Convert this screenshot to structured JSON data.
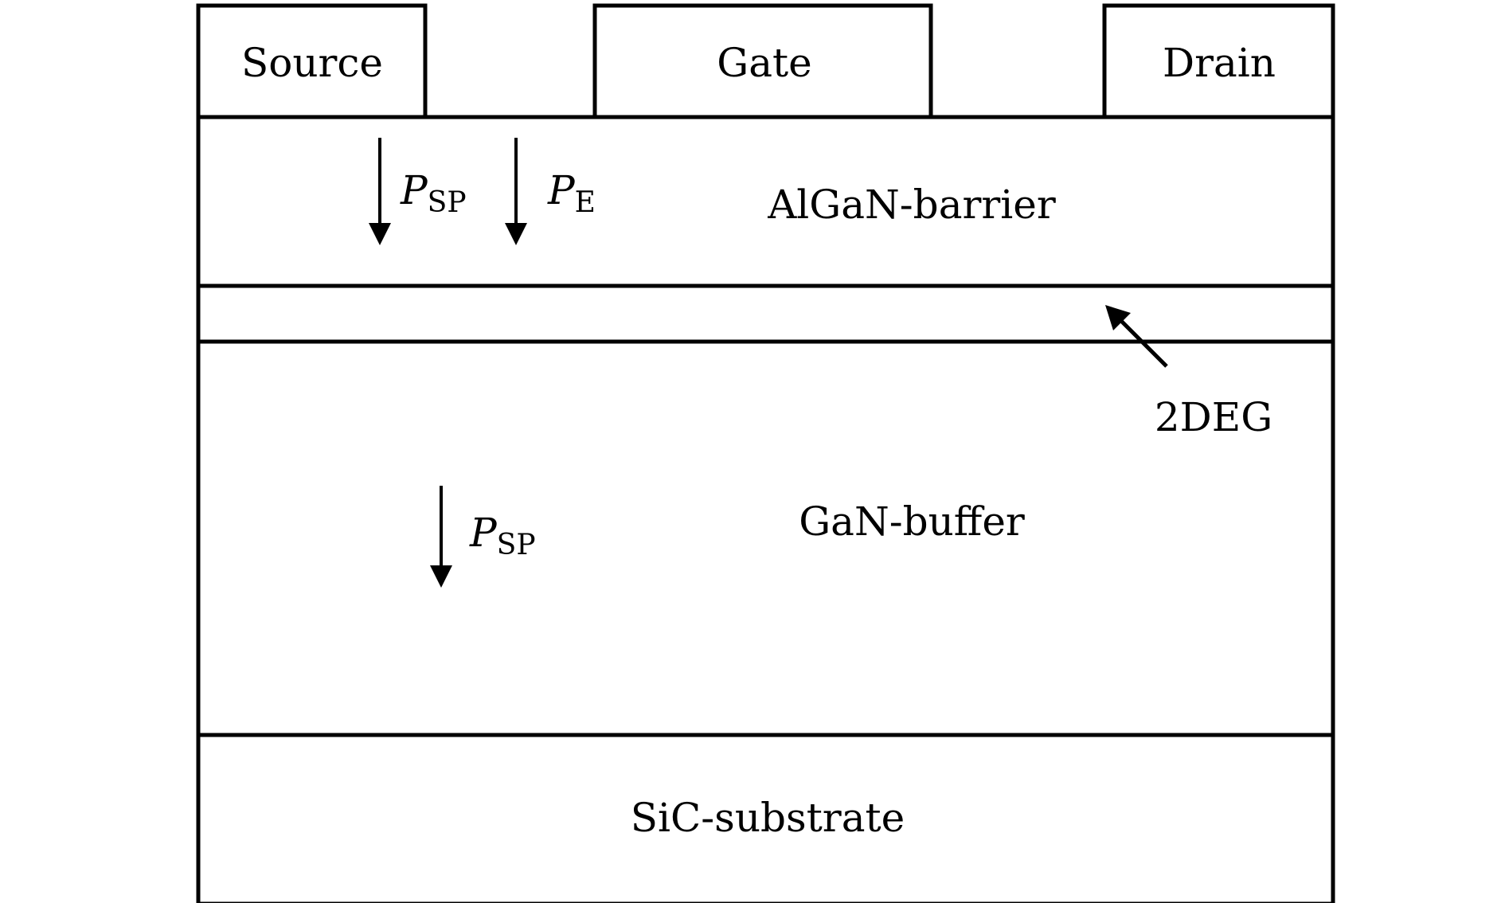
{
  "diagram": {
    "title": "AlGaN/GaN HEMT layer structure",
    "contacts": [
      {
        "id": "source",
        "label": "Source"
      },
      {
        "id": "gate",
        "label": "Gate"
      },
      {
        "id": "drain",
        "label": "Drain"
      }
    ],
    "layers": [
      {
        "id": "algan",
        "label": "AlGaN-barrier"
      },
      {
        "id": "2deg",
        "label": ""
      },
      {
        "id": "gan",
        "label": "GaN-buffer"
      },
      {
        "id": "sic",
        "label": "SiC-substrate"
      }
    ],
    "polarization_arrows": [
      {
        "id": "psp-barrier",
        "symbol": "P",
        "subscript": "SP",
        "direction": "down",
        "layer": "AlGaN-barrier"
      },
      {
        "id": "pe-barrier",
        "symbol": "P",
        "subscript": "E",
        "direction": "down",
        "layer": "AlGaN-barrier"
      },
      {
        "id": "psp-buffer",
        "symbol": "P",
        "subscript": "SP",
        "direction": "down",
        "layer": "GaN-buffer"
      }
    ],
    "annotations": [
      {
        "id": "2deg-label",
        "label": "2DEG",
        "points_to": "2DEG channel layer"
      }
    ],
    "colors": {
      "stroke": "#000000",
      "background": "#ffffff"
    }
  }
}
